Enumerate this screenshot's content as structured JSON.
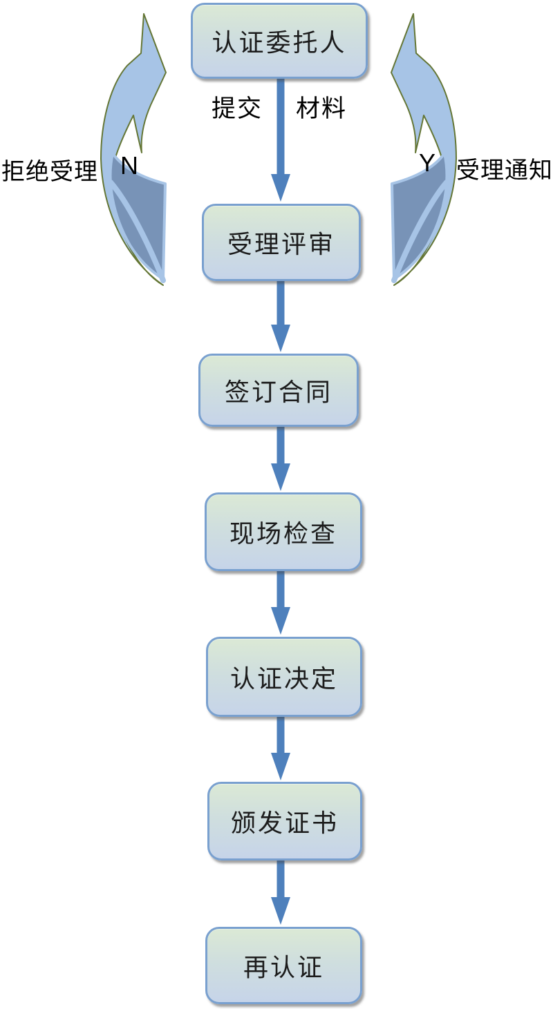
{
  "diagram": {
    "nodes": [
      {
        "label": "认证委托人"
      },
      {
        "label": "受理评审"
      },
      {
        "label": "签订合同"
      },
      {
        "label": "现场检查"
      },
      {
        "label": "认证决定"
      },
      {
        "label": "颁发证书"
      },
      {
        "label": "再认证"
      }
    ],
    "labels": {
      "submit": "提交",
      "materials": "材料",
      "reject": "拒绝受理",
      "reject_flag": "N",
      "accept_flag": "Y",
      "accept": "受理通知"
    },
    "edges": [
      {
        "from": "认证委托人",
        "to": "受理评审",
        "label": "提交 材料"
      },
      {
        "from": "受理评审",
        "to": "认证委托人",
        "label": "拒绝受理 N"
      },
      {
        "from": "受理评审",
        "to": "认证委托人",
        "label": "Y 受理通知"
      },
      {
        "from": "受理评审",
        "to": "签订合同",
        "label": ""
      },
      {
        "from": "签订合同",
        "to": "现场检查",
        "label": ""
      },
      {
        "from": "现场检查",
        "to": "认证决定",
        "label": ""
      },
      {
        "from": "认证决定",
        "to": "颁发证书",
        "label": ""
      },
      {
        "from": "颁发证书",
        "to": "再认证",
        "label": ""
      }
    ],
    "colors": {
      "box_fill_top": "#dbe9d5",
      "box_fill_bottom": "#c6d4e9",
      "box_border": "#79a0cf",
      "box_text": "#1c1c1c",
      "straight_arrow": "#4e80bc",
      "loop_band": "#a7c4e6",
      "loop_underside": "#7893b7",
      "loop_outline": "#647635",
      "label_text": "#000000"
    }
  }
}
